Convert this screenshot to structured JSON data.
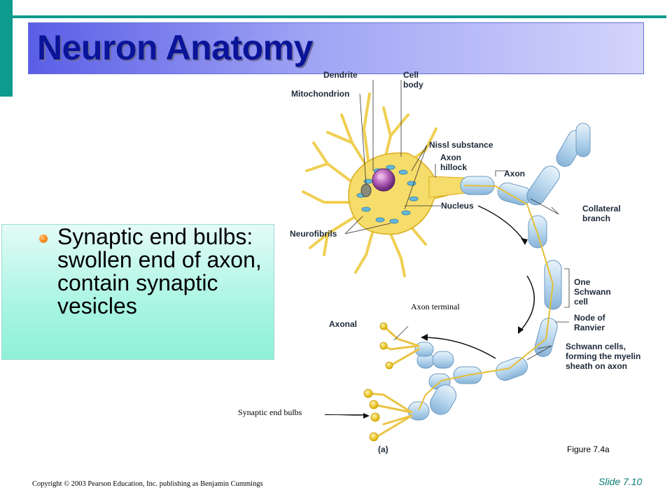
{
  "slide": {
    "title": "Neuron Anatomy",
    "bullet_text": "Synaptic end bulbs: swollen end of axon, contain synaptic vesicles",
    "copyright": "Copyright © 2003 Pearson Education, Inc. publishing as Benjamin Cummings",
    "slide_number": "Slide 7.10"
  },
  "diagram": {
    "labels": {
      "dendrite": "Dendrite",
      "cell_body_1": "Cell",
      "cell_body_2": "body",
      "mitochondrion": "Mitochondrion",
      "nissl": "Nissl substance",
      "axon_hillock_1": "Axon",
      "axon_hillock_2": "hillock",
      "axon": "Axon",
      "nucleus": "Nucleus",
      "collateral_1": "Collateral",
      "collateral_2": "branch",
      "neurofibrils": "Neurofibrils",
      "schwann_1": "One",
      "schwann_2": "Schwann",
      "schwann_3": "cell",
      "node_1": "Node of",
      "node_2": "Ranvier",
      "axon_terminal": "Axon terminal",
      "axonal": "Axonal",
      "myelin_1": "Schwann cells,",
      "myelin_2": "forming the myelin",
      "myelin_3": "sheath on axon",
      "synaptic_end_bulbs": "Synaptic end bulbs",
      "panel": "(a)",
      "figure": "Figure 7.4a"
    }
  },
  "colors": {
    "accent": "#0c9b8c",
    "title_text": "#0a1499",
    "bullet": "#ff8a1f"
  }
}
